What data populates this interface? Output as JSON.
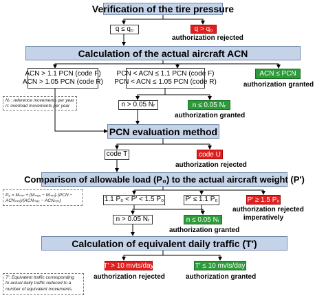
{
  "steps": {
    "tire": "Verification of the tire pressure",
    "acn": "Calculation of the actual aircraft ACN",
    "pcn": "PCN evaluation method",
    "load": "Comparison of allowable load (P₀) to the actual aircraft weight (P′)",
    "traffic": "Calculation of equivalent daily traffic (T′)"
  },
  "conditions": {
    "q_ok": "q ≤ q₀",
    "q_bad": "q > q₀",
    "acn_high_1": "ACN > 1.1 PCN (code F)",
    "acn_high_2": "ACN > 1.05 PCN (code R)",
    "acn_mid_1": "PCN < ACN ≤ 1.1 PCN (code F)",
    "acn_mid_2": "PCN < ACN ≤ 1.05 PCN (code R)",
    "acn_low": "ACN ≤ PCN",
    "n_gt": "n > 0.05 Nᵣ",
    "n_le": "n ≤ 0.05 Nᵣ",
    "code_t": "code T",
    "code_u": "code U",
    "p_mid": "1.1 P₀ < P′ < 1.5 P₀",
    "p_low": "P′ ≤ 1.1 P₀",
    "p_high": "P′ ≥ 1.5 P₀",
    "n_gt2": "n > 0.05 Nᵣ",
    "n_le2": "n ≤ 0.05 Nᵣ",
    "t_high": "T′ > 10 mvts/day",
    "t_low": "T′ ≤ 10 mvts/day"
  },
  "outcomes": {
    "rejected_tire": "authorization rejected",
    "granted_acn": "authorization granted",
    "granted_n": "authorization granted",
    "rejected_u": "authorization rejected",
    "rejected_imp_1": "authorization rejected",
    "rejected_imp_2": "imperatively",
    "rejected_t": "authorization rejected",
    "granted_t": "authorization granted"
  },
  "notes": {
    "movements_1": "Nᵣ : reference movements per year",
    "movements_2": "n: overload movements per year",
    "formula": "P₀ = Mₘᵢₙ + (Mₘₐₓ − Mₘᵢₙ)·(PCN − ACNₘᵢₙ)/(ACNₘₐₓ − ACNₘᵢₙ)",
    "traffic_1": "T′: Equivalent traffic corresponding",
    "traffic_2": "to actual daily traffic reduced to a",
    "traffic_3": "number of equivalent movements."
  },
  "colors": {
    "header": "#c5d3e8",
    "reject": "#e02020",
    "grant": "#2e9b3a"
  }
}
